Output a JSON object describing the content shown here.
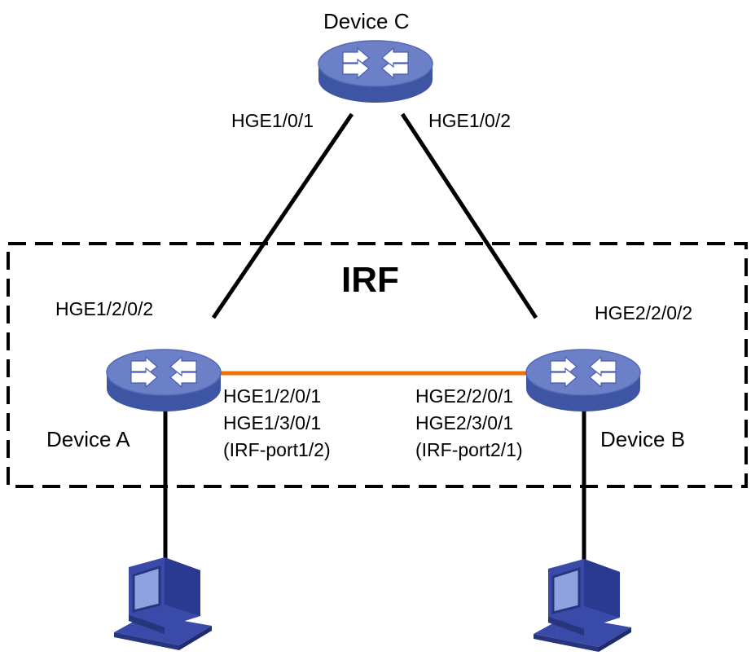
{
  "diagram": {
    "irf_label": "IRF",
    "colors": {
      "link": "#000000",
      "irf_link": "#f07000",
      "device_top": "#6c80c8",
      "device_side": "#3e55a4",
      "pc_body": "#3a4aa8",
      "pc_screen": "#8fa2e0",
      "dashed_box": "#000000"
    },
    "devices": {
      "c": {
        "name": "Device C",
        "icon": "switch-icon",
        "port_left": "HGE1/0/1",
        "port_right": "HGE1/0/2"
      },
      "a": {
        "name": "Device A",
        "icon": "switch-icon",
        "uplink_port": "HGE1/2/0/2",
        "irf_port_1": "HGE1/2/0/1",
        "irf_port_2": "HGE1/3/0/1",
        "irf_port_name": "(IRF-port1/2)"
      },
      "b": {
        "name": "Device B",
        "icon": "switch-icon",
        "uplink_port": "HGE2/2/0/2",
        "irf_port_1": "HGE2/2/0/1",
        "irf_port_2": "HGE2/3/0/1",
        "irf_port_name": "(IRF-port2/1)"
      }
    },
    "hosts": [
      {
        "icon": "pc-icon"
      },
      {
        "icon": "pc-icon"
      }
    ]
  }
}
